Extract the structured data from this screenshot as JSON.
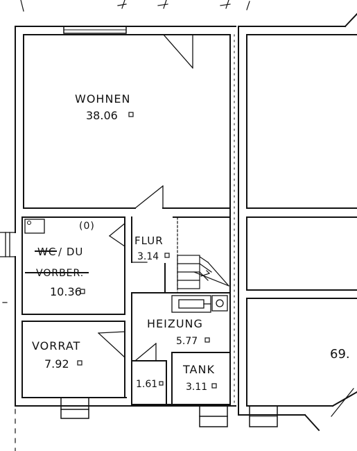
{
  "rooms": {
    "wohnen": {
      "name": "WOHNEN",
      "area": "38.06"
    },
    "bad": {
      "name_struck": "WC",
      "name": "/ DU",
      "sub_struck": "VORBER.",
      "area": "10.36"
    },
    "flur": {
      "name": "FLUR",
      "area": "3.14"
    },
    "heizung": {
      "name": "HEIZUNG",
      "area": "5.77"
    },
    "vorrat": {
      "name": "VORRAT",
      "area": "7.92"
    },
    "abstell": {
      "area": "1.61"
    },
    "tank": {
      "name": "TANK",
      "area": "3.11"
    }
  },
  "markers": {
    "window_mark": "(0)",
    "right_number": "69."
  }
}
